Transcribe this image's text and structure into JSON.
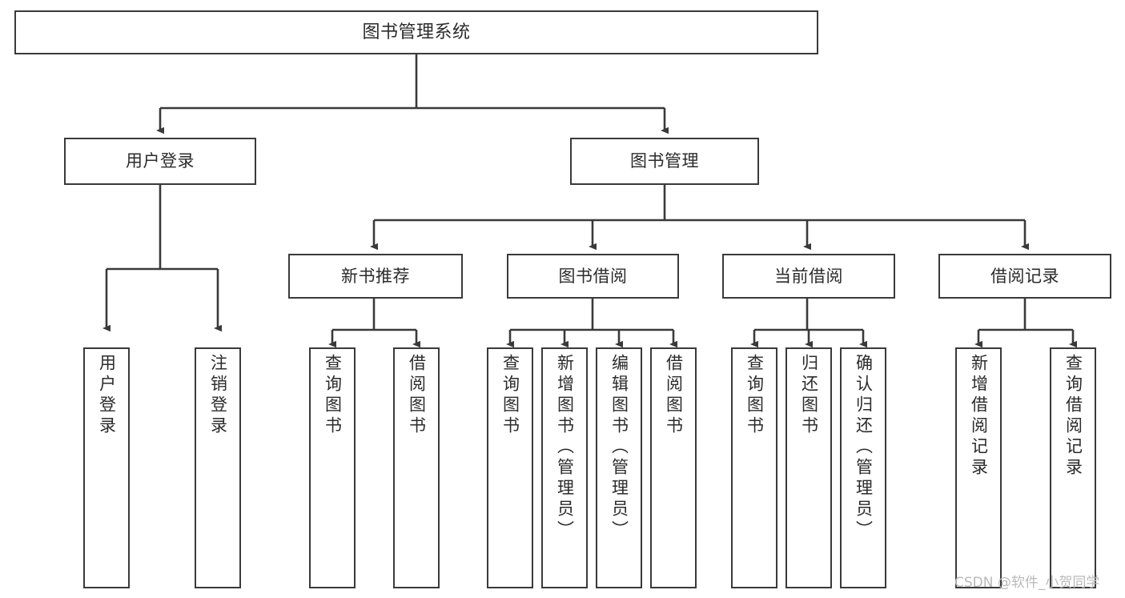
{
  "diagram": {
    "type": "tree-hierarchy",
    "title": "图书管理系统",
    "orientation": "top-down",
    "line_color": "#3a3a3a",
    "box_border_color": "#3a3a3a",
    "box_fill_color": "#ffffff",
    "text_color": "#2b2b2b",
    "background_color": "#ffffff"
  },
  "root": {
    "label": "图书管理系统"
  },
  "level2": [
    {
      "label": "用户登录"
    },
    {
      "label": "图书管理"
    }
  ],
  "level3": [
    {
      "label": "新书推荐"
    },
    {
      "label": "图书借阅"
    },
    {
      "label": "当前借阅"
    },
    {
      "label": "借阅记录"
    }
  ],
  "leaves": {
    "user_login": [
      {
        "label": "用户登录"
      },
      {
        "label": "注销登录"
      }
    ],
    "new_book_recommend": [
      {
        "label": "查询图书"
      },
      {
        "label": "借阅图书"
      }
    ],
    "book_borrow": [
      {
        "label": "查询图书"
      },
      {
        "label": "新增图书（管理员）"
      },
      {
        "label": "编辑图书（管理员）"
      },
      {
        "label": "借阅图书"
      }
    ],
    "current_borrow": [
      {
        "label": "查询图书"
      },
      {
        "label": "归还图书"
      },
      {
        "label": "确认归还（管理员）"
      }
    ],
    "borrow_record": [
      {
        "label": "新增借阅记录"
      },
      {
        "label": "查询借阅记录"
      }
    ]
  },
  "watermark": {
    "text": "CSDN @软件_小贺同学"
  }
}
